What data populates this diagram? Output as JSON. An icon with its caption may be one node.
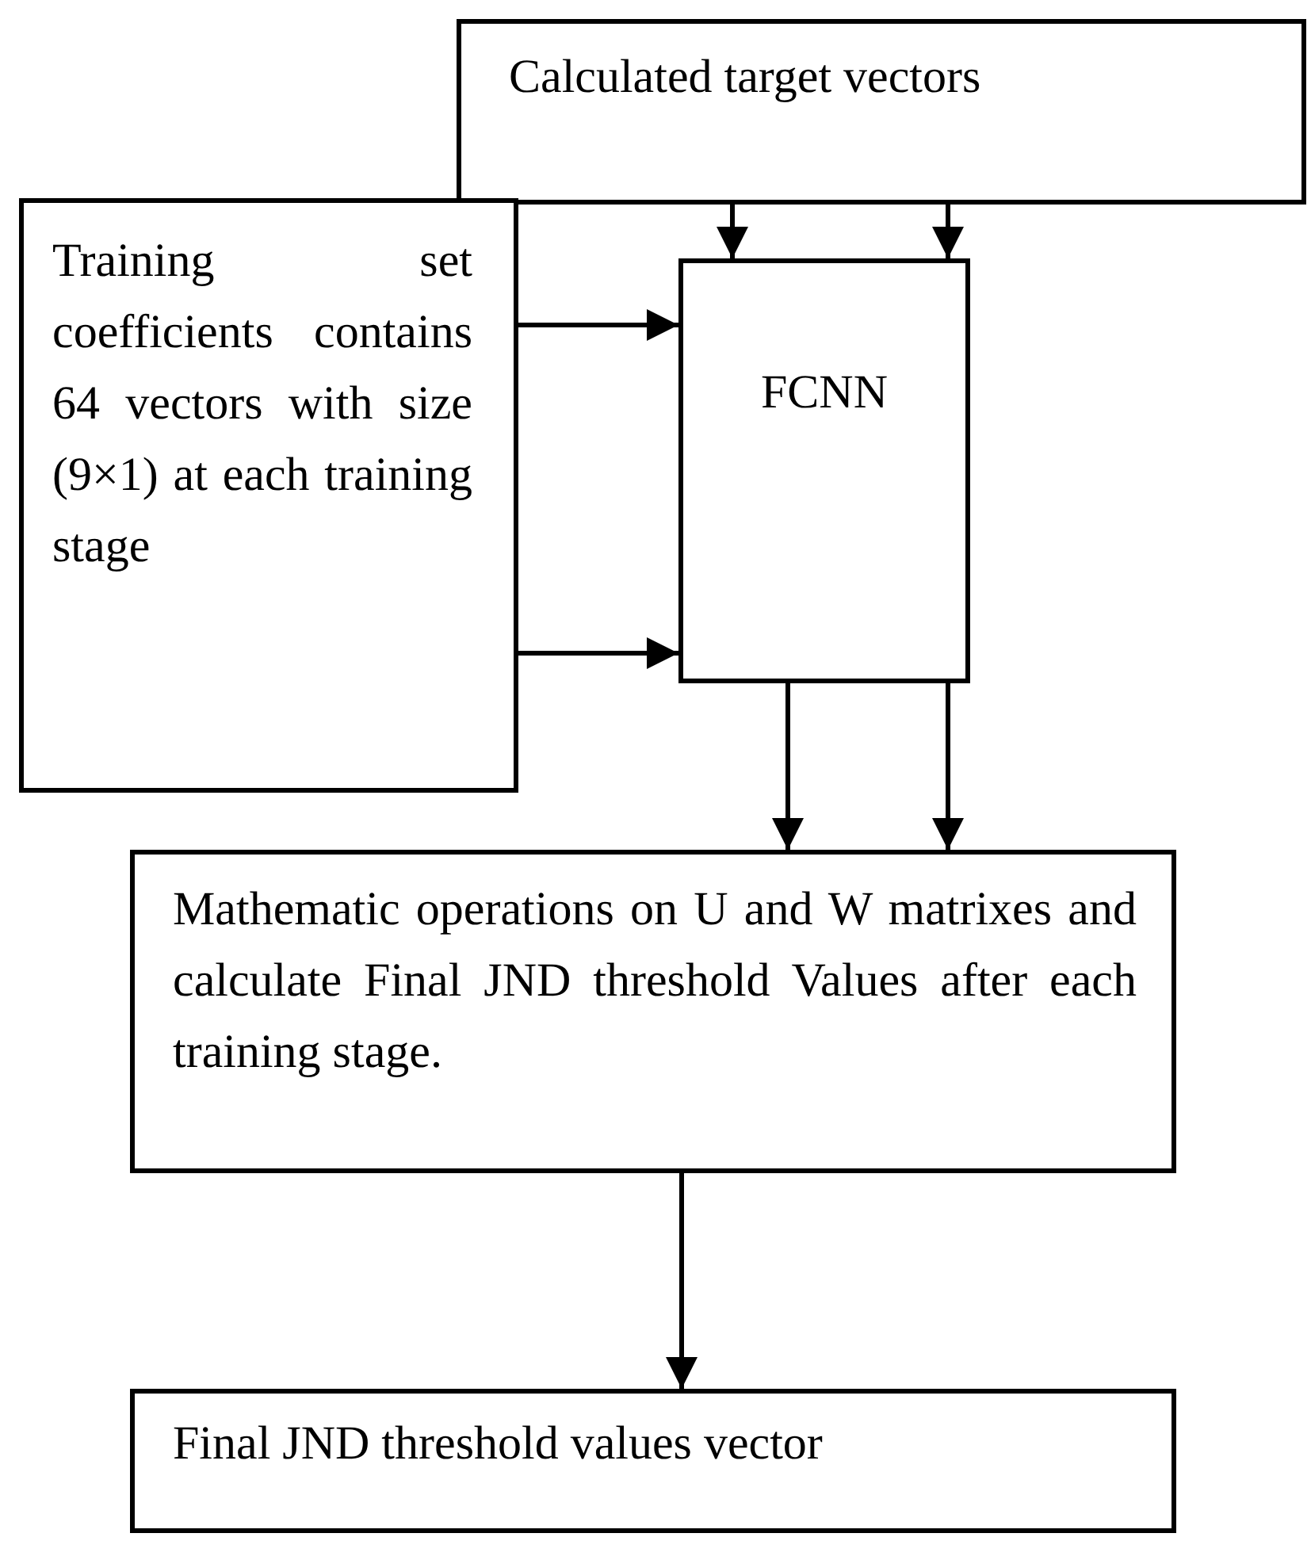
{
  "diagram": {
    "nodes": [
      {
        "text": [
          "Calculated target vectors"
        ]
      },
      {
        "text": [
          "Training set coefficients contains 64 vectors with size (9×1) at each training stage"
        ]
      },
      {
        "text": [
          "FCNN"
        ]
      },
      {
        "text": [
          "Mathematic operations on U and W matrixes and calculate Final JND threshold Values after each training stage."
        ]
      },
      {
        "text": [
          "Final JND threshold values vector"
        ]
      }
    ],
    "edges": [
      {
        "from": 0,
        "to": 2,
        "arrow": "to"
      },
      {
        "from": 0,
        "to": 2,
        "arrow": "to"
      },
      {
        "from": 1,
        "to": 2,
        "arrow": "to"
      },
      {
        "from": 1,
        "to": 2,
        "arrow": "to"
      },
      {
        "from": 2,
        "to": 3,
        "arrow": "to"
      },
      {
        "from": 2,
        "to": 3,
        "arrow": "to"
      },
      {
        "from": 3,
        "to": 4,
        "arrow": "to"
      }
    ]
  }
}
